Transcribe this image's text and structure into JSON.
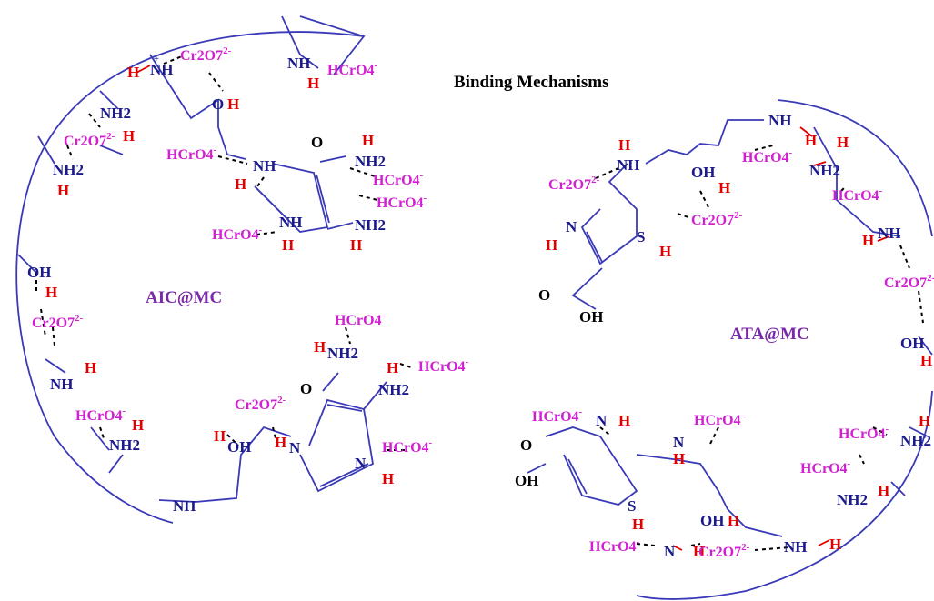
{
  "title": "Binding Mechanisms",
  "panels": {
    "left_label": "AIC@MC",
    "right_label": "ATA@MC"
  },
  "species": {
    "dichromate": "Cr2O7",
    "dichromate_charge": "2-",
    "hydrogen_chromate": "HCrO4",
    "hydrogen_chromate_charge": "-",
    "plus": "+",
    "amine": "NH2",
    "imine": "NH",
    "hydroxyl": "OH",
    "h": "H",
    "n": "N",
    "o": "O",
    "s": "S"
  },
  "colors": {
    "boundary": "#3a3ab8",
    "nitrogen": "#1a1a8c",
    "hydrogen": "#e00000",
    "chromium_species": "#d11fd1",
    "label": "#7a2aa8"
  }
}
